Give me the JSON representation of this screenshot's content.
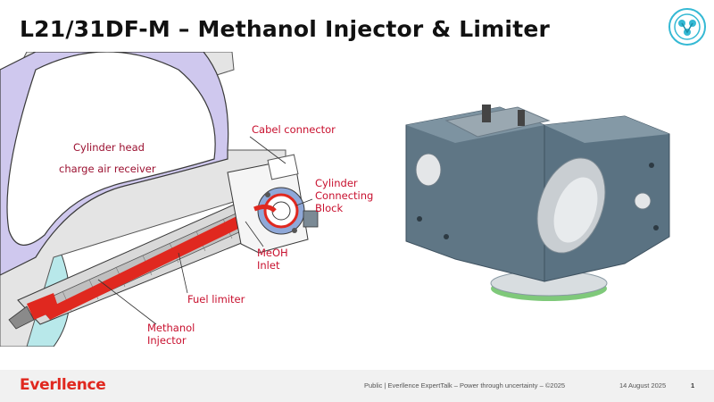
{
  "slide": {
    "title": "L21/31DF-M – Methanol Injector & Limiter"
  },
  "diagram": {
    "labels": {
      "cylinder_head": "Cylinder head",
      "charge_air": "charge air receiver",
      "cabel_connector": "Cabel connector",
      "cylinder": "Cylinder",
      "connecting": "Connecting",
      "block": "Block",
      "meoh": "MeOH",
      "inlet": "Inlet",
      "fuel_limiter": "Fuel limiter",
      "methanol": "Methanol",
      "injector": "Injector"
    }
  },
  "footer": {
    "logo": "Everllence",
    "text": "Public | Everllence ExpertTalk – Power through uncertainty – ©2025",
    "date": "14 August 2025",
    "page": "1"
  },
  "colors": {
    "accent": "#c8102e",
    "brand": "#e0281f",
    "housing_purple": "#cfc8ee",
    "component_gray": "#5f7685",
    "water_cyan": "#b8e8ea"
  }
}
